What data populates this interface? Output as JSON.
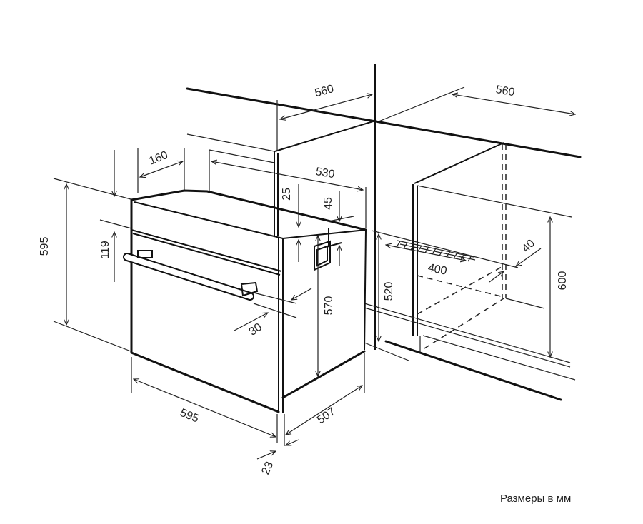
{
  "diagram": {
    "labels": {
      "niche_width_left": "560",
      "niche_width_right": "560",
      "top_depth_160": "160",
      "niche_depth_530": "530",
      "gap_25": "25",
      "gap_45": "45",
      "oven_height_595": "595",
      "panel_119": "119",
      "vent_40": "40",
      "vent_400": "400",
      "cabinet_600": "600",
      "cabinet_520": "520",
      "body_570": "570",
      "handle_30": "30",
      "oven_width_595": "595",
      "body_depth_507": "507",
      "front_23": "23"
    },
    "caption": "Размеры в мм"
  }
}
